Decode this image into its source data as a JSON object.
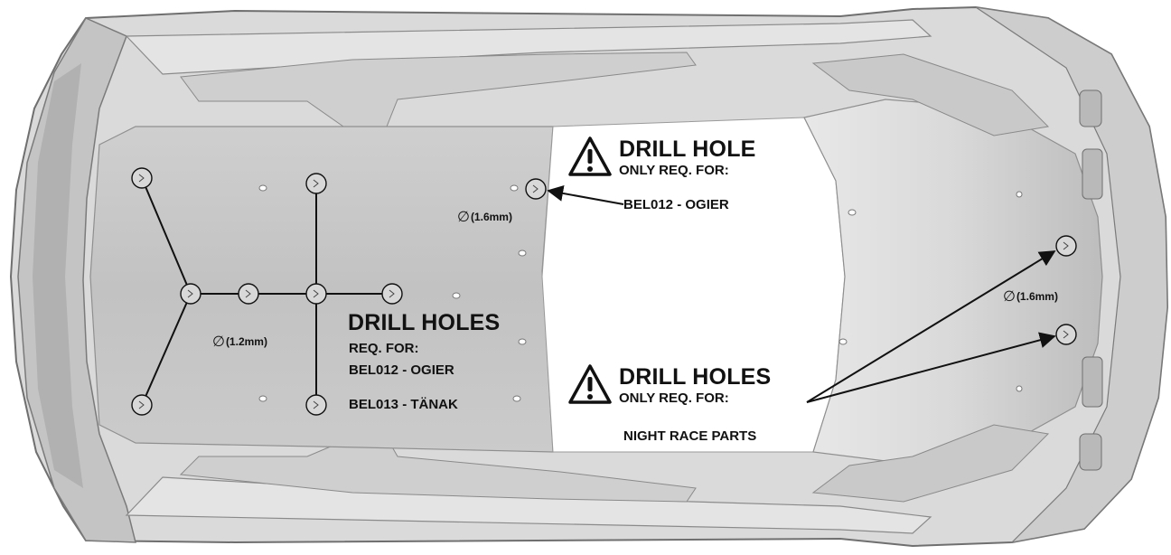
{
  "diagram": {
    "callout_top": {
      "heading": "DRILL HOLE",
      "subheading": "ONLY REQ. FOR:",
      "item": "BEL012 - OGIER",
      "diameter": "(1.6mm)"
    },
    "callout_left": {
      "heading": "DRILL HOLES",
      "subheading": "REQ. FOR:",
      "items": [
        "BEL012 - OGIER",
        "BEL013 - TÄNAK"
      ],
      "diameter": "(1.2mm)"
    },
    "callout_right": {
      "heading": "DRILL HOLES",
      "subheading": "ONLY REQ. FOR:",
      "item": "NIGHT RACE PARTS",
      "diameter": "(1.6mm)"
    },
    "colors": {
      "body": "#d3d3d3",
      "body_dark": "#9a9a9a",
      "floor": "#c6c6c6",
      "line": "#111111"
    }
  }
}
